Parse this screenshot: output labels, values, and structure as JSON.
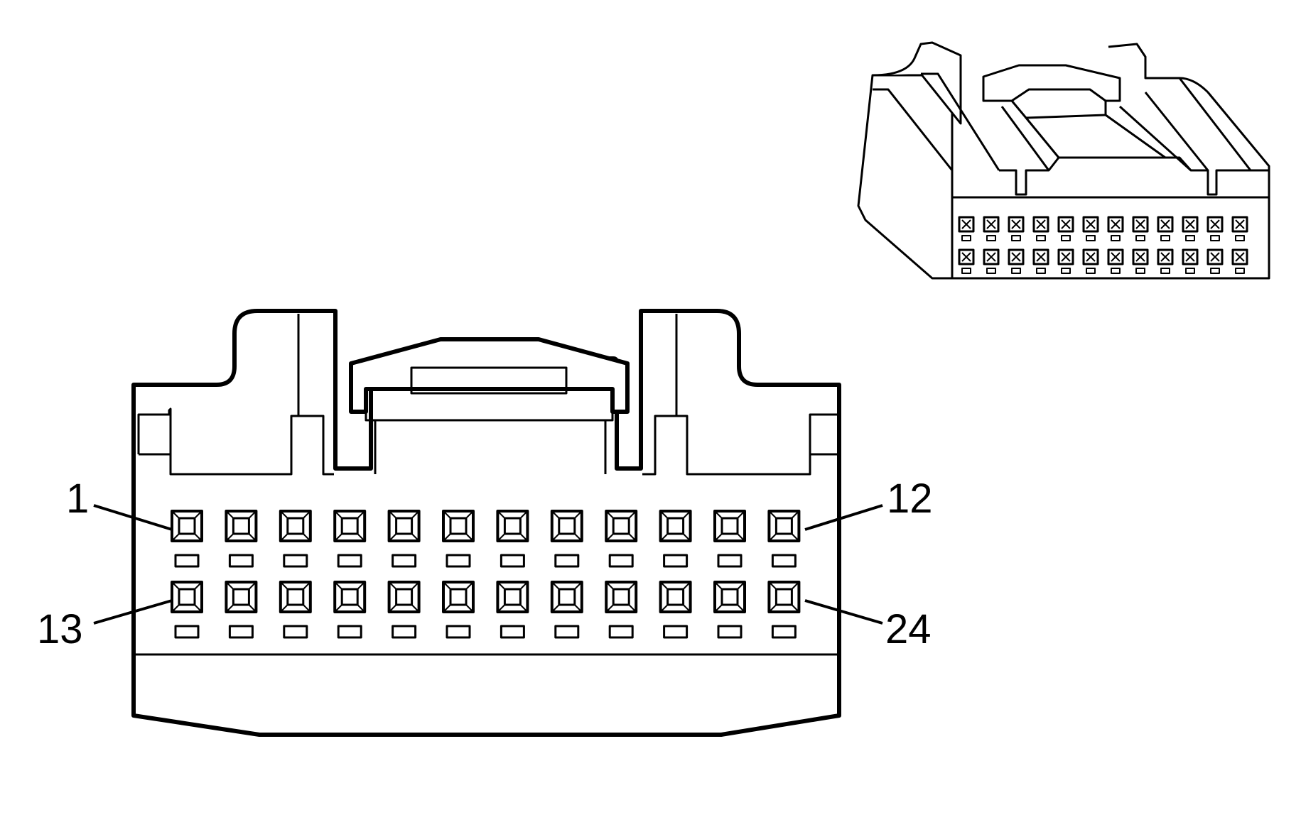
{
  "diagram": {
    "type": "connector-pinout",
    "pin_count": 24,
    "rows": 2,
    "pins_per_row": 12,
    "stroke_color": "#000000",
    "background_color": "#ffffff",
    "labels": {
      "pin_1": "1",
      "pin_12": "12",
      "pin_13": "13",
      "pin_24": "24"
    }
  }
}
